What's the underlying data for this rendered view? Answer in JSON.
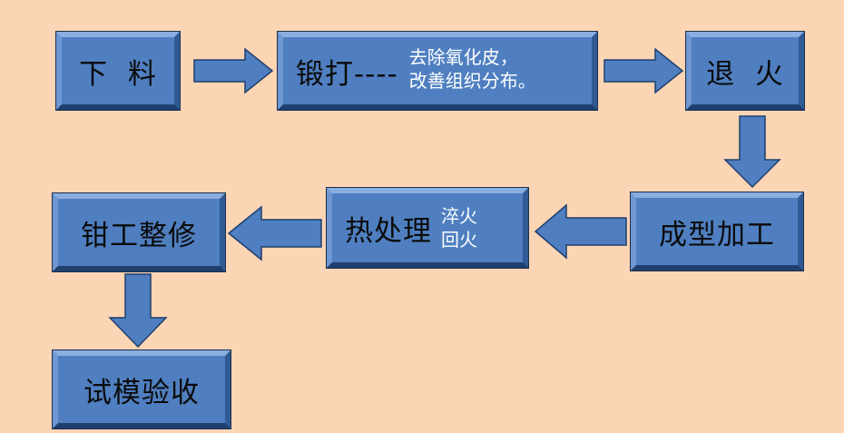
{
  "steps": {
    "blanking": "下  料",
    "forging": {
      "title": "锻打----",
      "note_line1": "去除氧化皮，",
      "note_line2": "改善组织分布。"
    },
    "annealing": "退  火",
    "forming": "成型加工",
    "heat_treatment": {
      "title": "热处理",
      "note_line1": "淬火",
      "note_line2": "回火"
    },
    "finishing": "钳工整修",
    "trial": "试模验收"
  },
  "colors": {
    "background": "#fcd5b4",
    "box_fill": "#4f7fc0",
    "note_text": "#ffffff",
    "main_text": "#0b0b0b"
  }
}
